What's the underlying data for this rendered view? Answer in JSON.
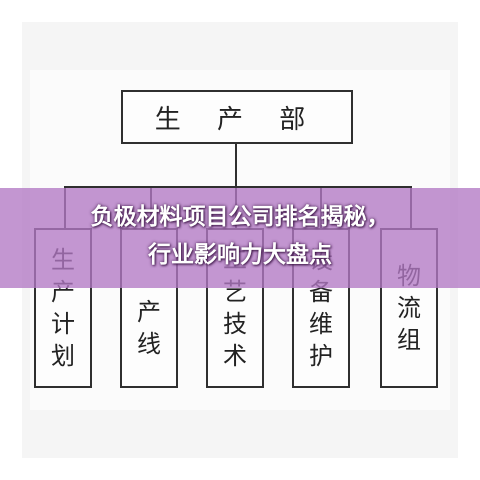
{
  "diagram": {
    "top_node": "生 产 部",
    "children": [
      {
        "lines": [
          "生",
          "产",
          "计",
          "划"
        ]
      },
      {
        "lines": [
          "产",
          "线"
        ]
      },
      {
        "lines": [
          "工",
          "艺",
          "技",
          "术"
        ]
      },
      {
        "lines": [
          "设",
          "备",
          "维",
          "护"
        ]
      },
      {
        "lines": [
          "物",
          "流",
          "组"
        ]
      }
    ]
  },
  "overlay": {
    "line1": "负极材料项目公司排名揭秘，",
    "line2": "行业影响力大盘点",
    "color": "#b278c4"
  }
}
